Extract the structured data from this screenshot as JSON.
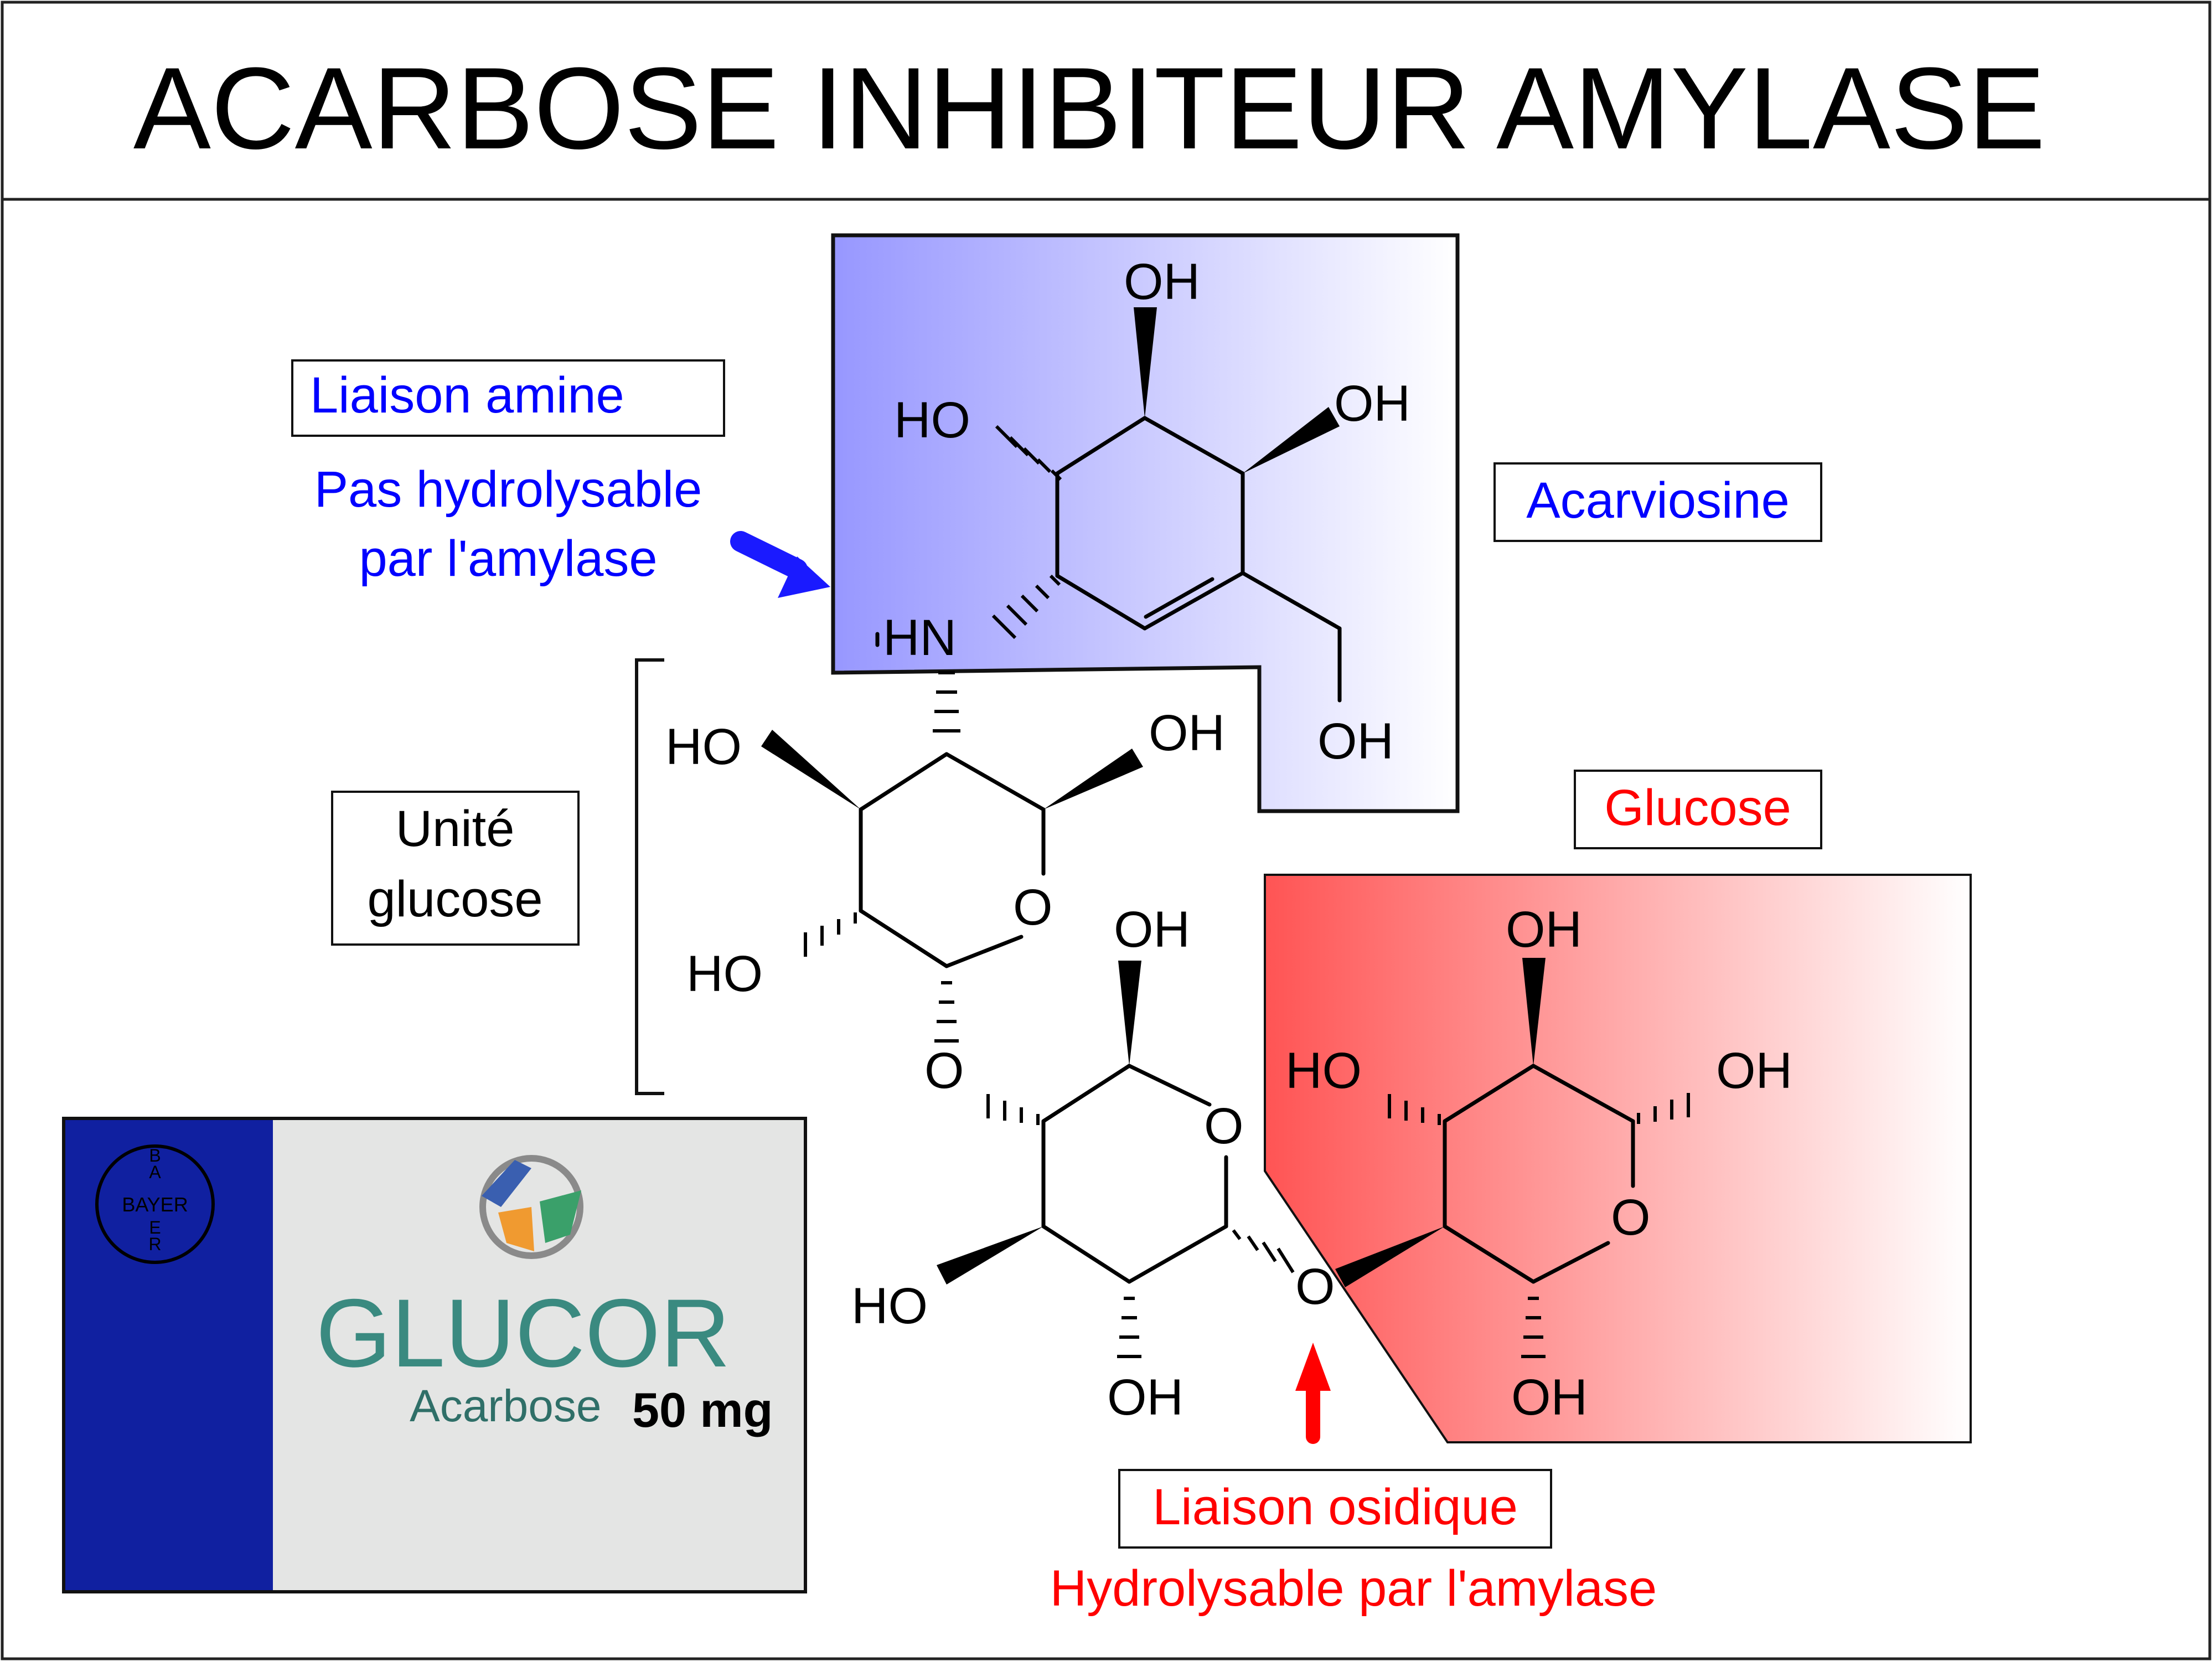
{
  "title": "ACARBOSE INHIBITEUR AMYLASE",
  "labels": {
    "liaison_amine": "Liaison amine",
    "pas_hydrolysable_1": "Pas hydrolysable",
    "pas_hydrolysable_2": "par l'amylase",
    "acarviosine": "Acarviosine",
    "unite_glucose_1": "Unité",
    "unite_glucose_2": "glucose",
    "glucose": "Glucose",
    "liaison_osidique": "Liaison osidique",
    "hydrolysable": "Hydrolysable par l'amylase"
  },
  "atoms": {
    "oh_top": "OH",
    "ho_left_ring1": "HO",
    "oh_right_ring1": "OH",
    "hn": "HN",
    "oh_ch2": "OH",
    "ho_ring2_upper": "HO",
    "oh_ring2_right": "OH",
    "o_ring2": "O",
    "ho_ring2_lower": "HO",
    "o_link1": "O",
    "oh_ring3_top": "OH",
    "o_ring3": "O",
    "ho_ring3": "HO",
    "oh_ring3_bottom": "OH",
    "o_link2": "O",
    "oh_ring4_top": "OH",
    "ho_ring4": "HO",
    "oh_ring4_right": "OH",
    "o_ring4": "O",
    "oh_ring4_bottom": "OH"
  },
  "package": {
    "brand_logo": "BAYER",
    "brand_logo_vertical": [
      "B",
      "A",
      "Y",
      "E",
      "R"
    ],
    "name": "GLUCOR",
    "substance": "Acarbose",
    "dose": "50 mg"
  },
  "colors": {
    "blue_text": "#0000ff",
    "red_text": "#ff0000",
    "acarviosine_fill": "#9999ff",
    "glucose_fill": "#ff5555",
    "package_blue": "#1020a0",
    "package_grey": "#e4e5e4",
    "glucor_teal": "#3a8a80",
    "arrow_blue": "#1a1aff",
    "arrow_red": "#ff0000"
  }
}
